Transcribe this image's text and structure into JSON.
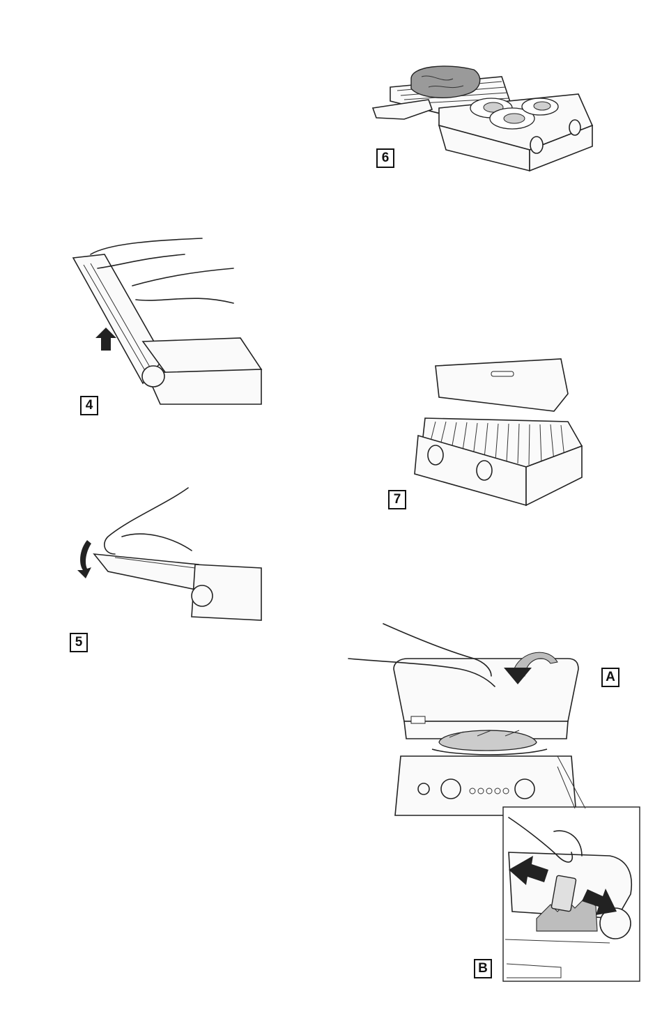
{
  "figures": {
    "fig4": {
      "label": "4"
    },
    "fig5": {
      "label": "5"
    },
    "fig6": {
      "label": "6"
    },
    "fig7": {
      "label": "7"
    },
    "figA": {
      "label": "A"
    },
    "figB": {
      "label": "B"
    }
  },
  "colors": {
    "ink": "#222222",
    "grey": "#bdbdbd",
    "meat": "#9a9a9a",
    "egg_yolk": "#cfcfcf"
  }
}
